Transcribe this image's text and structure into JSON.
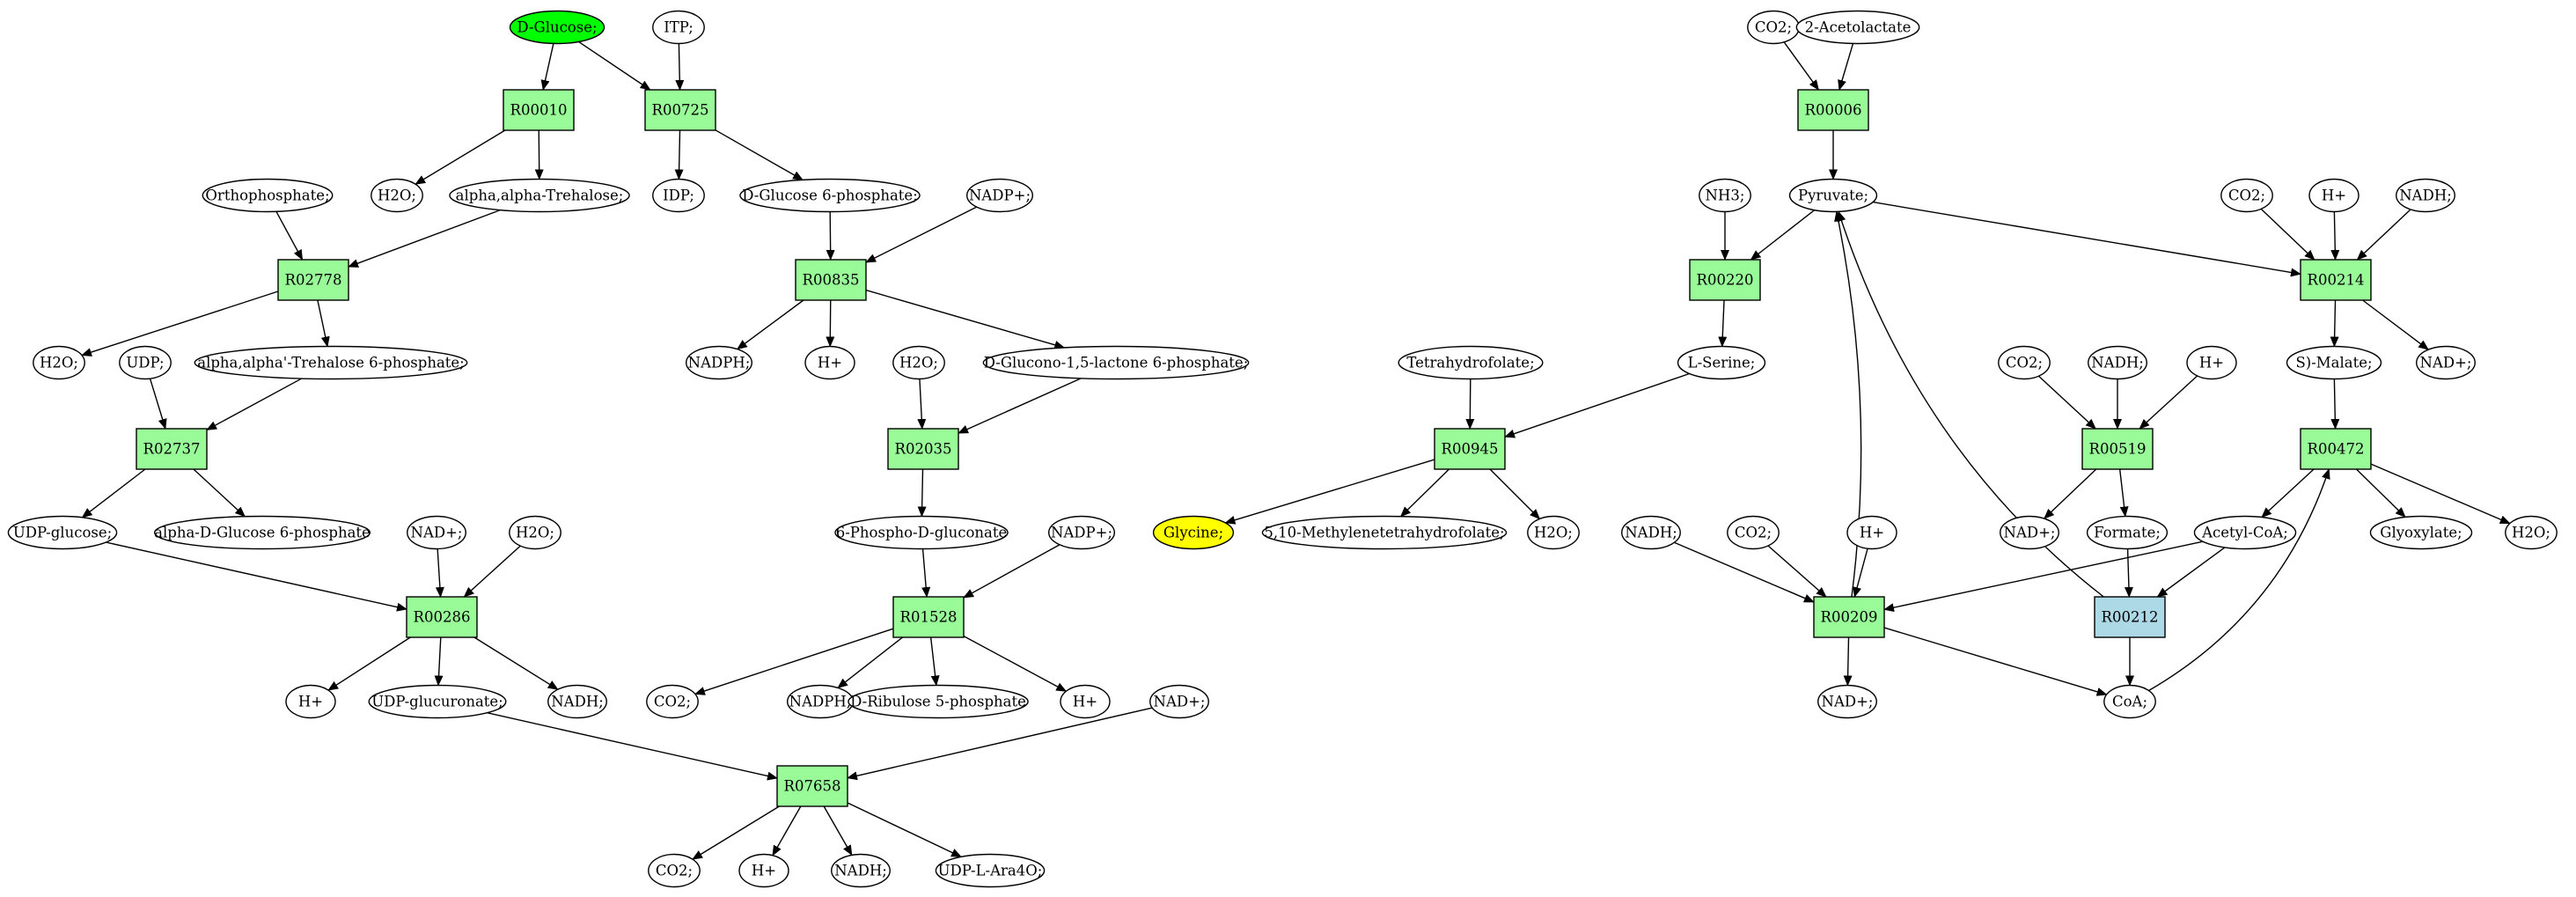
{
  "colors": {
    "reaction": "#98fb98",
    "reaction_alt": "#add8e6",
    "source_compound": "#00ff00",
    "target_compound": "#ffff00",
    "compound": "#ffffff"
  },
  "compounds": [
    {
      "id": "c_dglucose",
      "label": "D-Glucose;",
      "fill": "source_compound"
    },
    {
      "id": "c_itp",
      "label": "ITP;"
    },
    {
      "id": "c_h2o_1",
      "label": "H2O;"
    },
    {
      "id": "c_trehalose",
      "label": "alpha,alpha-Trehalose;"
    },
    {
      "id": "c_idp",
      "label": "IDP;"
    },
    {
      "id": "c_g6p",
      "label": "D-Glucose 6-phosphate;"
    },
    {
      "id": "c_nadp_1",
      "label": "NADP+;"
    },
    {
      "id": "c_orthophosphate",
      "label": "Orthophosphate;"
    },
    {
      "id": "c_h2o_2",
      "label": "H2O;"
    },
    {
      "id": "c_udp",
      "label": "UDP;"
    },
    {
      "id": "c_t6p",
      "label": "alpha,alpha'-Trehalose 6-phosphate;"
    },
    {
      "id": "c_nadph_1",
      "label": "NADPH;"
    },
    {
      "id": "c_hplus_1",
      "label": "H+"
    },
    {
      "id": "c_h2o_3",
      "label": "H2O;"
    },
    {
      "id": "c_glucono",
      "label": "D-Glucono-1,5-lactone 6-phosphate;"
    },
    {
      "id": "c_udpglucose",
      "label": "UDP-glucose;"
    },
    {
      "id": "c_adg6p",
      "label": "alpha-D-Glucose 6-phosphate"
    },
    {
      "id": "c_nad_1",
      "label": "NAD+;"
    },
    {
      "id": "c_h2o_4",
      "label": "H2O;"
    },
    {
      "id": "c_6pg",
      "label": "6-Phospho-D-gluconate"
    },
    {
      "id": "c_nadp_2",
      "label": "NADP+;"
    },
    {
      "id": "c_hplus_2",
      "label": "H+"
    },
    {
      "id": "c_udpglucuronate",
      "label": "UDP-glucuronate;"
    },
    {
      "id": "c_nadh_1",
      "label": "NADH;"
    },
    {
      "id": "c_co2_1",
      "label": "CO2;"
    },
    {
      "id": "c_nadph_2",
      "label": "NADPH;"
    },
    {
      "id": "c_ribulose",
      "label": "D-Ribulose 5-phosphate"
    },
    {
      "id": "c_hplus_3",
      "label": "H+"
    },
    {
      "id": "c_nad_2",
      "label": "NAD+;"
    },
    {
      "id": "c_co2_2",
      "label": "CO2;"
    },
    {
      "id": "c_hplus_4",
      "label": "H+"
    },
    {
      "id": "c_nadh_2",
      "label": "NADH;"
    },
    {
      "id": "c_udpara",
      "label": "UDP-L-Ara4O;"
    },
    {
      "id": "c_co2_3",
      "label": "CO2;"
    },
    {
      "id": "c_acetolactate",
      "label": "2-Acetolactate"
    },
    {
      "id": "c_nh3",
      "label": "NH3;"
    },
    {
      "id": "c_pyruvate",
      "label": "Pyruvate;"
    },
    {
      "id": "c_co2_4",
      "label": "CO2;"
    },
    {
      "id": "c_hplus_5",
      "label": "H+"
    },
    {
      "id": "c_nadh_3",
      "label": "NADH;"
    },
    {
      "id": "c_thf",
      "label": "Tetrahydrofolate;"
    },
    {
      "id": "c_lserine",
      "label": "L-Serine;"
    },
    {
      "id": "c_co2_5",
      "label": "CO2;"
    },
    {
      "id": "c_nadh_4",
      "label": "NADH;"
    },
    {
      "id": "c_hplus_6",
      "label": "H+"
    },
    {
      "id": "c_smalate",
      "label": "S)-Malate;"
    },
    {
      "id": "c_nad_3",
      "label": "NAD+;"
    },
    {
      "id": "c_glycine",
      "label": "Glycine;",
      "fill": "target_compound"
    },
    {
      "id": "c_methylene",
      "label": "5,10-Methylenetetrahydrofolate;"
    },
    {
      "id": "c_h2o_5",
      "label": "H2O;"
    },
    {
      "id": "c_nadh_5",
      "label": "NADH;"
    },
    {
      "id": "c_co2_6",
      "label": "CO2;"
    },
    {
      "id": "c_hplus_7",
      "label": "H+"
    },
    {
      "id": "c_nad_4",
      "label": "NAD+;"
    },
    {
      "id": "c_formate",
      "label": "Formate;"
    },
    {
      "id": "c_acetylcoa",
      "label": "Acetyl-CoA;"
    },
    {
      "id": "c_glyoxylate",
      "label": "Glyoxylate;"
    },
    {
      "id": "c_h2o_6",
      "label": "H2O;"
    },
    {
      "id": "c_nad_5",
      "label": "NAD+;"
    },
    {
      "id": "c_coa",
      "label": "CoA;"
    }
  ],
  "reactions": [
    {
      "id": "r_R00010",
      "label": "R00010",
      "fill": "reaction"
    },
    {
      "id": "r_R00725",
      "label": "R00725",
      "fill": "reaction"
    },
    {
      "id": "r_R02778",
      "label": "R02778",
      "fill": "reaction"
    },
    {
      "id": "r_R00835",
      "label": "R00835",
      "fill": "reaction"
    },
    {
      "id": "r_R02737",
      "label": "R02737",
      "fill": "reaction"
    },
    {
      "id": "r_R02035",
      "label": "R02035",
      "fill": "reaction"
    },
    {
      "id": "r_R00286",
      "label": "R00286",
      "fill": "reaction"
    },
    {
      "id": "r_R01528",
      "label": "R01528",
      "fill": "reaction"
    },
    {
      "id": "r_R07658",
      "label": "R07658",
      "fill": "reaction"
    },
    {
      "id": "r_R00006",
      "label": "R00006",
      "fill": "reaction"
    },
    {
      "id": "r_R00220",
      "label": "R00220",
      "fill": "reaction"
    },
    {
      "id": "r_R00214",
      "label": "R00214",
      "fill": "reaction"
    },
    {
      "id": "r_R00945",
      "label": "R00945",
      "fill": "reaction"
    },
    {
      "id": "r_R00519",
      "label": "R00519",
      "fill": "reaction"
    },
    {
      "id": "r_R00472",
      "label": "R00472",
      "fill": "reaction"
    },
    {
      "id": "r_R00209",
      "label": "R00209",
      "fill": "reaction"
    },
    {
      "id": "r_R00212",
      "label": "R00212",
      "fill": "reaction_alt"
    }
  ],
  "edges": [
    [
      "c_dglucose",
      "r_R00010"
    ],
    [
      "c_dglucose",
      "r_R00725"
    ],
    [
      "c_itp",
      "r_R00725"
    ],
    [
      "r_R00010",
      "c_h2o_1"
    ],
    [
      "r_R00010",
      "c_trehalose"
    ],
    [
      "r_R00725",
      "c_idp"
    ],
    [
      "r_R00725",
      "c_g6p"
    ],
    [
      "c_orthophosphate",
      "r_R02778"
    ],
    [
      "c_trehalose",
      "r_R02778"
    ],
    [
      "c_g6p",
      "r_R00835"
    ],
    [
      "c_nadp_1",
      "r_R00835"
    ],
    [
      "r_R02778",
      "c_h2o_2"
    ],
    [
      "r_R02778",
      "c_t6p"
    ],
    [
      "r_R00835",
      "c_nadph_1"
    ],
    [
      "r_R00835",
      "c_hplus_1"
    ],
    [
      "r_R00835",
      "c_glucono"
    ],
    [
      "c_udp",
      "r_R02737"
    ],
    [
      "c_t6p",
      "r_R02737"
    ],
    [
      "c_h2o_3",
      "r_R02035"
    ],
    [
      "c_glucono",
      "r_R02035"
    ],
    [
      "r_R02737",
      "c_udpglucose"
    ],
    [
      "r_R02737",
      "c_adg6p"
    ],
    [
      "r_R02035",
      "c_6pg"
    ],
    [
      "c_udpglucose",
      "r_R00286"
    ],
    [
      "c_nad_1",
      "r_R00286"
    ],
    [
      "c_h2o_4",
      "r_R00286"
    ],
    [
      "c_6pg",
      "r_R01528"
    ],
    [
      "c_nadp_2",
      "r_R01528"
    ],
    [
      "r_R00286",
      "c_hplus_2"
    ],
    [
      "r_R00286",
      "c_udpglucuronate"
    ],
    [
      "r_R00286",
      "c_nadh_1"
    ],
    [
      "r_R01528",
      "c_co2_1"
    ],
    [
      "r_R01528",
      "c_nadph_2"
    ],
    [
      "r_R01528",
      "c_ribulose"
    ],
    [
      "r_R01528",
      "c_hplus_3"
    ],
    [
      "c_udpglucuronate",
      "r_R07658"
    ],
    [
      "c_nad_2",
      "r_R07658"
    ],
    [
      "r_R07658",
      "c_co2_2"
    ],
    [
      "r_R07658",
      "c_hplus_4"
    ],
    [
      "r_R07658",
      "c_nadh_2"
    ],
    [
      "r_R07658",
      "c_udpara"
    ],
    [
      "c_co2_3",
      "r_R00006"
    ],
    [
      "c_acetolactate",
      "r_R00006"
    ],
    [
      "r_R00006",
      "c_pyruvate"
    ],
    [
      "c_nh3",
      "r_R00220"
    ],
    [
      "c_pyruvate",
      "r_R00220"
    ],
    [
      "c_pyruvate",
      "r_R00214"
    ],
    [
      "c_co2_4",
      "r_R00214"
    ],
    [
      "c_hplus_5",
      "r_R00214"
    ],
    [
      "c_nadh_3",
      "r_R00214"
    ],
    [
      "r_R00220",
      "c_lserine"
    ],
    [
      "r_R00214",
      "c_smalate"
    ],
    [
      "r_R00214",
      "c_nad_3"
    ],
    [
      "c_thf",
      "r_R00945"
    ],
    [
      "c_lserine",
      "r_R00945"
    ],
    [
      "c_co2_5",
      "r_R00519"
    ],
    [
      "c_nadh_4",
      "r_R00519"
    ],
    [
      "c_hplus_6",
      "r_R00519"
    ],
    [
      "c_smalate",
      "r_R00472"
    ],
    [
      "r_R00945",
      "c_glycine"
    ],
    [
      "r_R00945",
      "c_methylene"
    ],
    [
      "r_R00945",
      "c_h2o_5"
    ],
    [
      "r_R00519",
      "c_nad_4"
    ],
    [
      "r_R00519",
      "c_formate"
    ],
    [
      "r_R00472",
      "c_acetylcoa"
    ],
    [
      "r_R00472",
      "c_glyoxylate"
    ],
    [
      "r_R00472",
      "c_h2o_6"
    ],
    [
      "c_nadh_5",
      "r_R00209"
    ],
    [
      "c_co2_6",
      "r_R00209"
    ],
    [
      "c_hplus_7",
      "r_R00209"
    ],
    [
      "c_acetylcoa",
      "r_R00209"
    ],
    [
      "c_formate",
      "r_R00212"
    ],
    [
      "c_acetylcoa",
      "r_R00212"
    ],
    [
      "r_R00209",
      "c_nad_5"
    ],
    [
      "r_R00209",
      "c_coa"
    ],
    [
      "r_R00209",
      "c_pyruvate"
    ],
    [
      "r_R00212",
      "c_coa"
    ],
    [
      "r_R00212",
      "c_pyruvate"
    ],
    [
      "c_coa",
      "r_R00472"
    ]
  ]
}
